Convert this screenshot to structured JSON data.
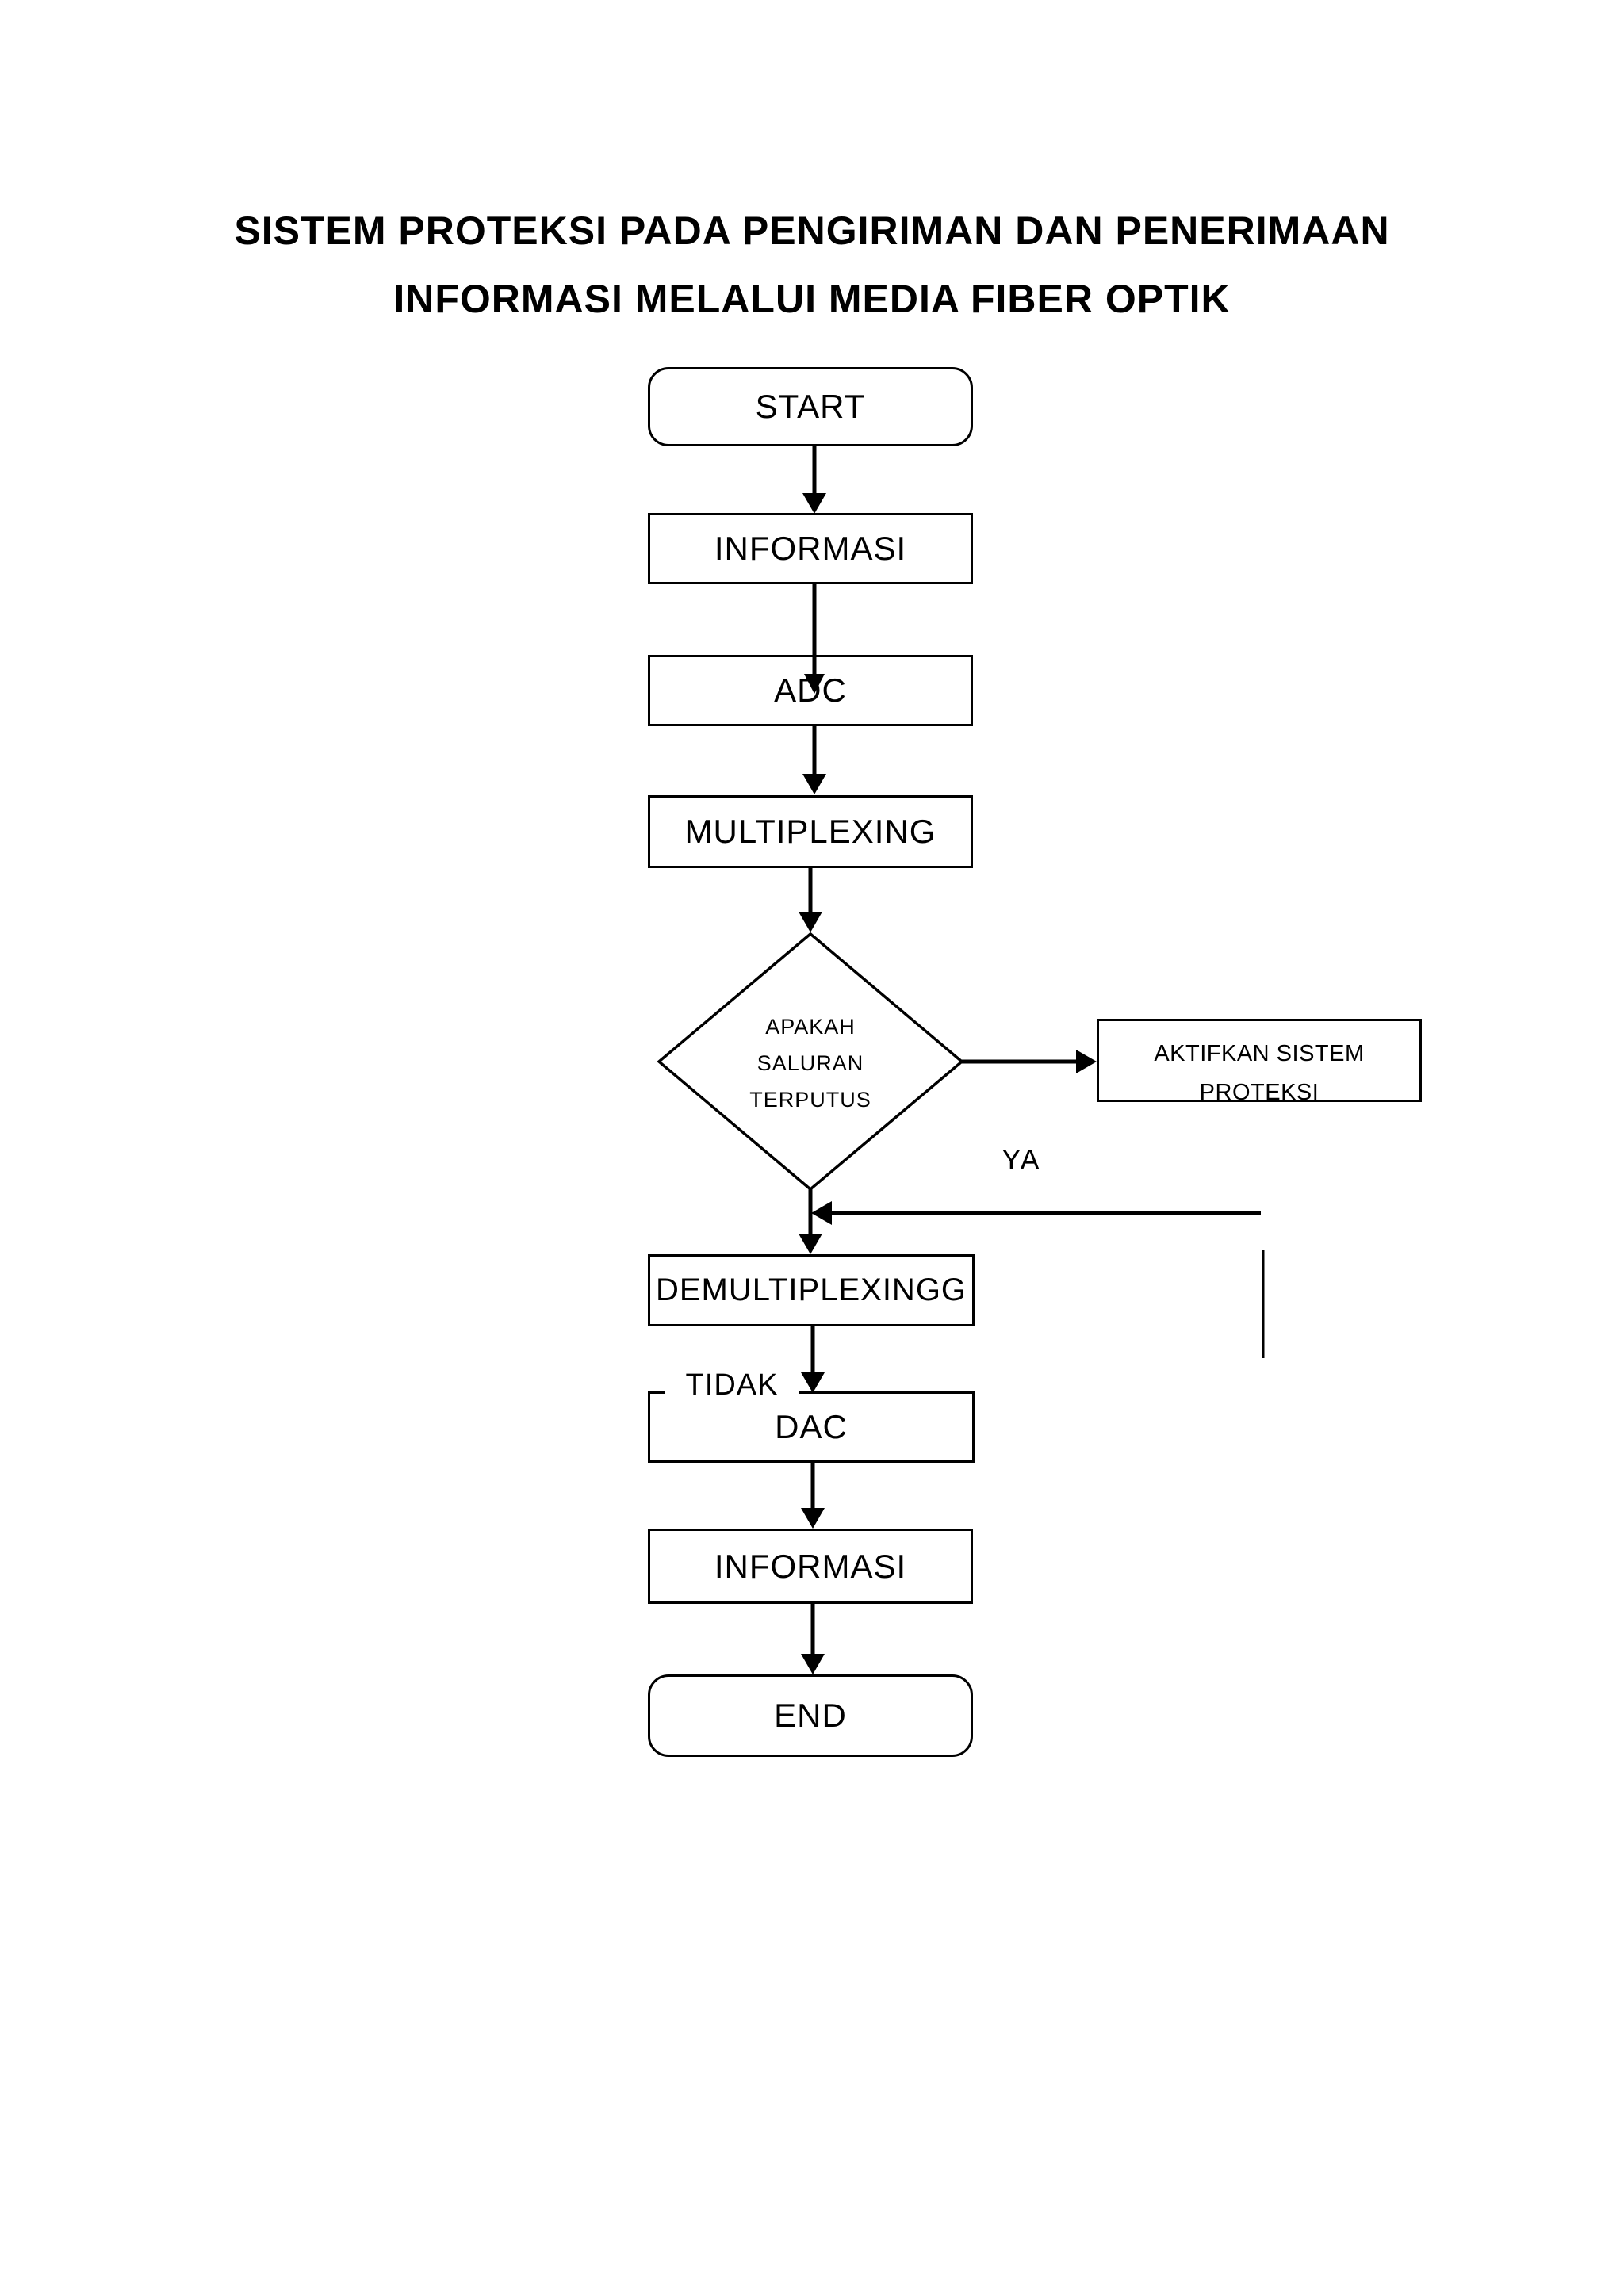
{
  "title": {
    "line1": "SISTEM PROTEKSI PADA PENGIRIMAN DAN PENERIMAAN",
    "line2": "INFORMASI MELALUI MEDIA FIBER OPTIK"
  },
  "colors": {
    "ink": "#000000",
    "background": "#ffffff"
  },
  "flowchart": {
    "nodes": {
      "start": {
        "label": "START",
        "shape": "terminator"
      },
      "informasi_in": {
        "label": "INFORMASI",
        "shape": "process"
      },
      "adc": {
        "label": "ADC",
        "shape": "process"
      },
      "multiplexing": {
        "label": "MULTIPLEXING",
        "shape": "process"
      },
      "decision": {
        "line1": "APAKAH",
        "line2": "SALURAN",
        "line3": "TERPUTUS",
        "shape": "decision"
      },
      "aktifkan": {
        "label": "AKTIFKAN SISTEM PROTEKSI",
        "shape": "process"
      },
      "demultiplexing": {
        "label": "DEMULTIPLEXINGG",
        "shape": "process"
      },
      "dac": {
        "label": "DAC",
        "shape": "process"
      },
      "informasi_out": {
        "label": "INFORMASI",
        "shape": "process"
      },
      "end": {
        "label": "END",
        "shape": "terminator"
      }
    },
    "branch_labels": {
      "yes": "YA",
      "no": "TIDAK"
    }
  }
}
